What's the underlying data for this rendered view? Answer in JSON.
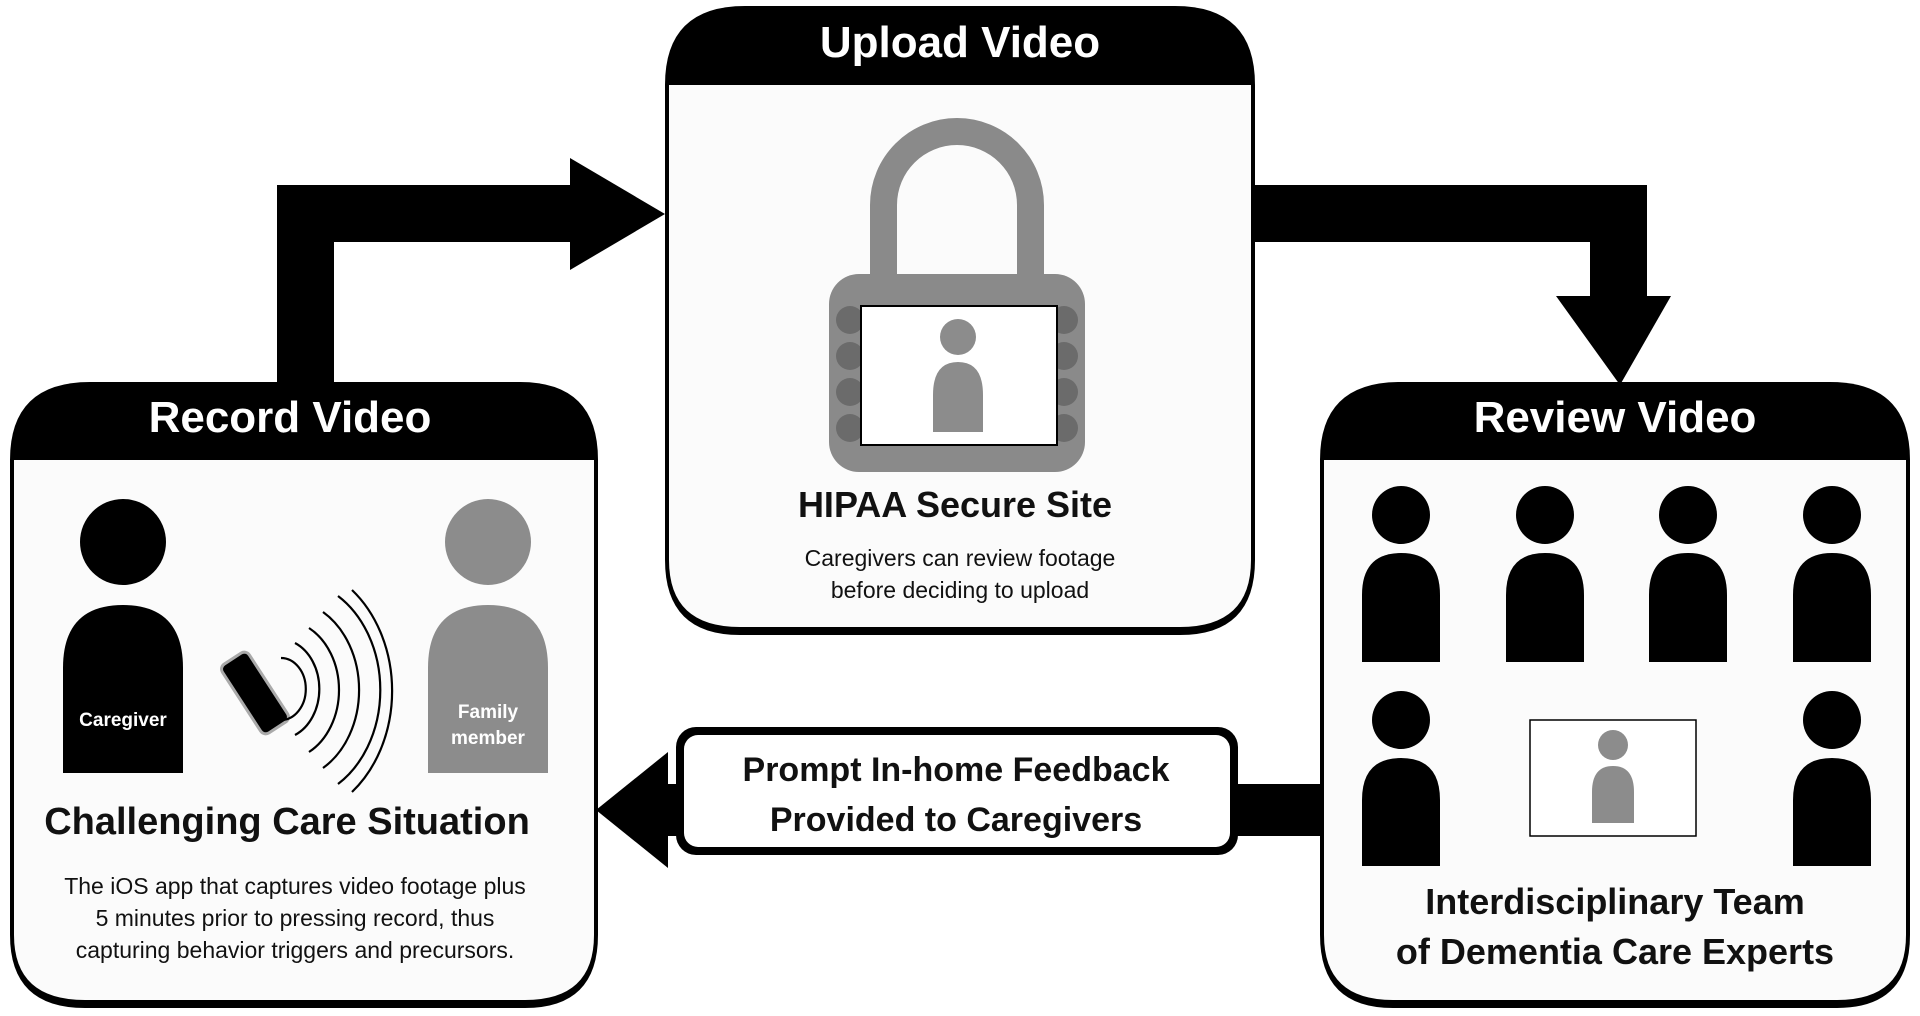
{
  "colors": {
    "black": "#000000",
    "panel_fill": "#fbfbfb",
    "gray_figure": "#8c8c8c",
    "lock_gray": "#8a8a8a",
    "white": "#ffffff"
  },
  "record": {
    "title": "Record Video",
    "caregiver_label": "Caregiver",
    "family_label_line1": "Family",
    "family_label_line2": "member",
    "heading": "Challenging Care Situation",
    "desc_line1": "The iOS app that captures video footage plus",
    "desc_line2": "5 minutes prior to pressing record, thus",
    "desc_line3": "capturing behavior triggers and precursors.",
    "icons": [
      "caregiver-icon",
      "family-member-icon",
      "smartphone-icon",
      "signal-waves-icon"
    ]
  },
  "upload": {
    "title": "Upload Video",
    "heading": "HIPAA Secure Site",
    "desc_line1": "Caregivers can review footage",
    "desc_line2": "before deciding to upload",
    "icons": [
      "padlock-icon",
      "video-frame-icon"
    ]
  },
  "review": {
    "title": "Review Video",
    "heading_line1": "Interdisciplinary Team",
    "heading_line2": "of Dementia Care Experts",
    "icons": [
      "expert-person-icon",
      "video-frame-icon"
    ]
  },
  "feedback": {
    "line1": "Prompt In-home Feedback",
    "line2": "Provided to Caregivers"
  }
}
